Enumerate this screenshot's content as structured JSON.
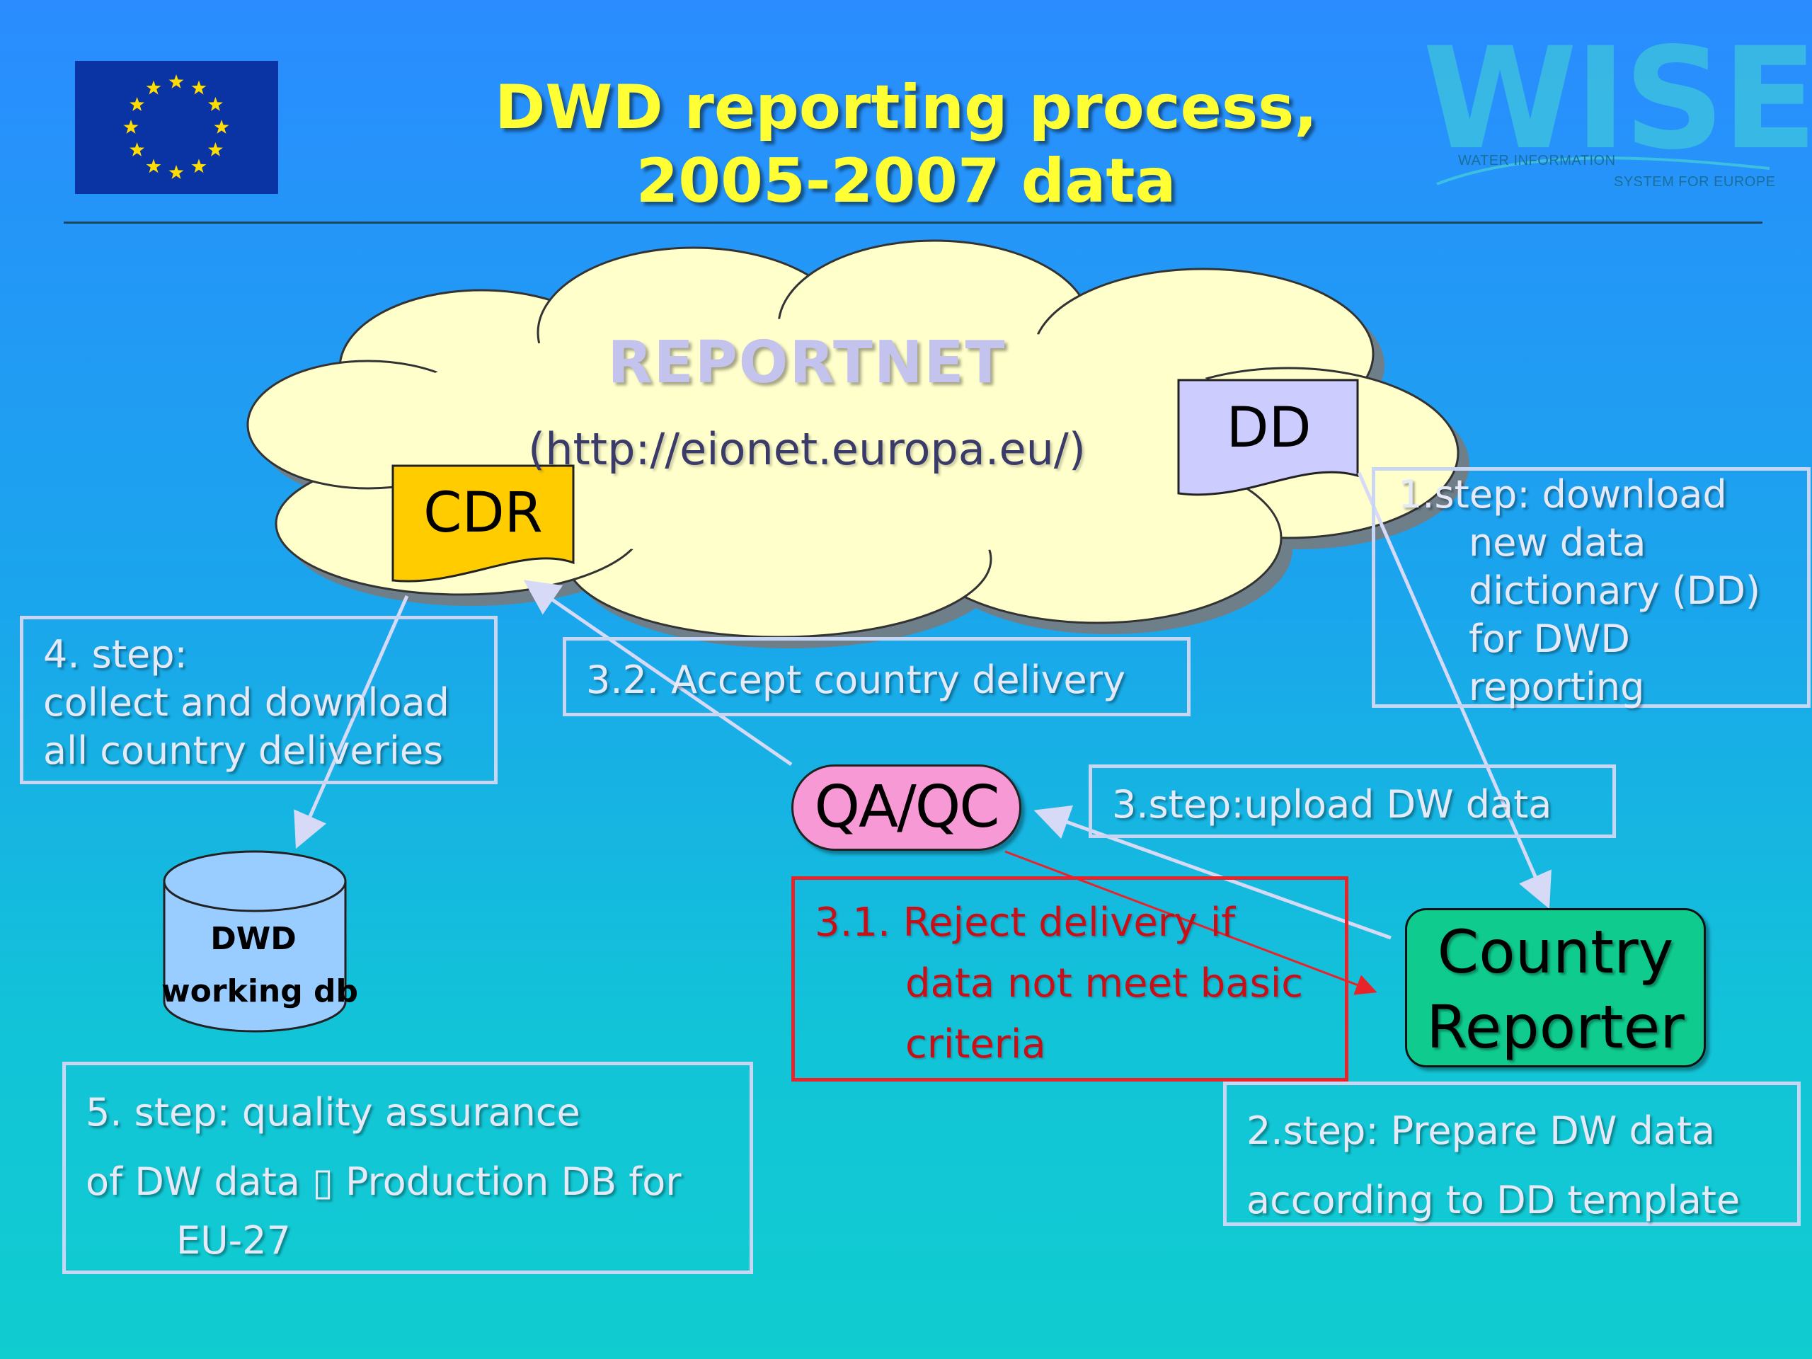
{
  "slide": {
    "title_line1": "DWD reporting process,",
    "title_line2": "2005-2007 data",
    "logo": {
      "icon": "eu-flag-icon",
      "wise_text": "WISE",
      "wise_sub1": "WATER INFORMATION",
      "wise_sub2": "SYSTEM FOR EUROPE"
    }
  },
  "cloud": {
    "title": "REPORTNET",
    "url": "(http://eionet.europa.eu/)"
  },
  "nodes": {
    "cdr": "CDR",
    "dd": "DD",
    "qaqc": "QA/QC",
    "country_line1": "Country",
    "country_line2": "Reporter",
    "db_line1": "DWD",
    "db_line2": "working db"
  },
  "steps": {
    "step1": [
      "1.step: download",
      "new data",
      "dictionary (DD)",
      "for DWD",
      "reporting"
    ],
    "step2": [
      "2.step: Prepare DW data",
      "according to DD template"
    ],
    "step3": "3.step:upload DW data",
    "step31": [
      "3.1. Reject delivery if",
      "data not meet basic",
      "criteria"
    ],
    "step32": "3.2. Accept country delivery",
    "step4": [
      "4. step:",
      "collect and download",
      "all country deliveries"
    ],
    "step5": [
      "5. step: quality assurance",
      "of DW data ▯ Production DB for",
      "EU-27"
    ]
  },
  "colors": {
    "title": "#ffff33",
    "cloud_fill": "#ffffcc",
    "cdr_fill": "#ffcc00",
    "dd_fill": "#ccccff",
    "qaqc_fill": "#f799d4",
    "country_fill": "#0fcc8e",
    "db_fill": "#99ccff",
    "reject_border": "#e8232a",
    "box_border": "#c8d6f4"
  }
}
